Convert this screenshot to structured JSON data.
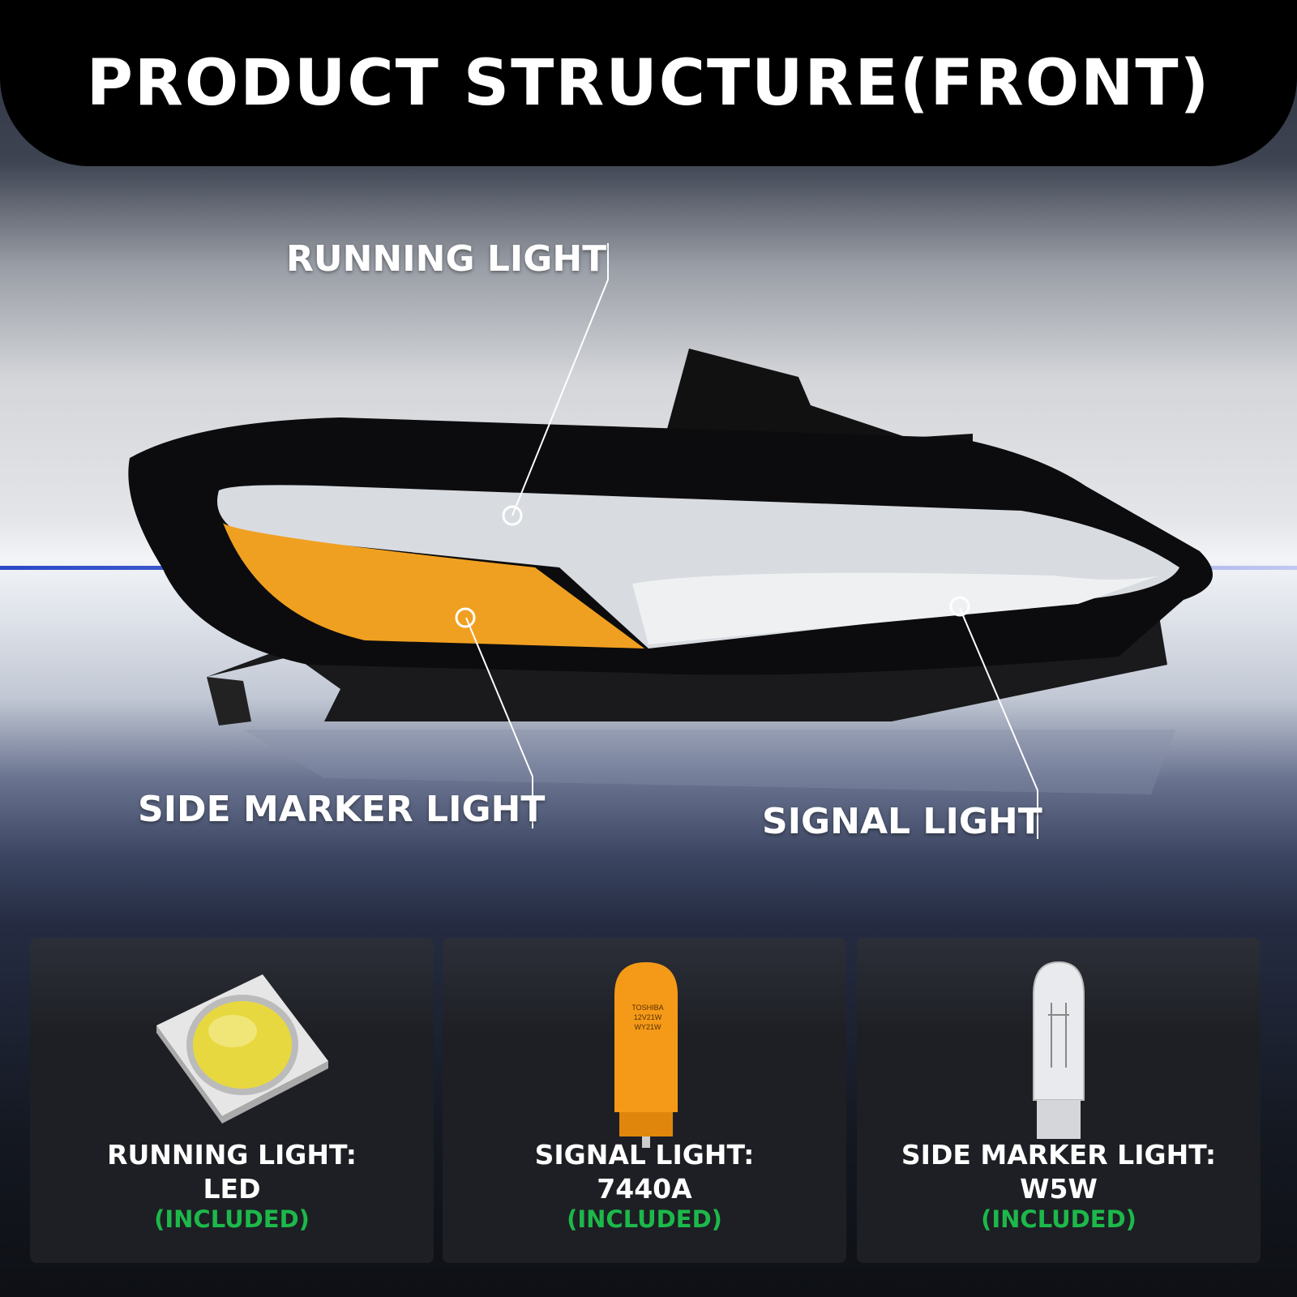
{
  "title": "PRODUCT STRUCTURE(FRONT)",
  "callouts": {
    "running": "RUNNING LIGHT",
    "side_marker": "SIDE MARKER LIGHT",
    "signal": "SIGNAL LIGHT"
  },
  "cards": [
    {
      "name": "RUNNING LIGHT:",
      "type": "LED",
      "status": "(INCLUDED)"
    },
    {
      "name": "SIGNAL LIGHT:",
      "type": "7440A",
      "status": "(INCLUDED)",
      "bulb_lettering": "TOSHIBA 12V21W WY21W"
    },
    {
      "name": "SIDE MARKER LIGHT:",
      "type": "W5W",
      "status": "(INCLUDED)"
    }
  ],
  "colors": {
    "header": "#000000",
    "included": "#1db84a",
    "amber": "#f0a020",
    "card": "#1e2026"
  }
}
